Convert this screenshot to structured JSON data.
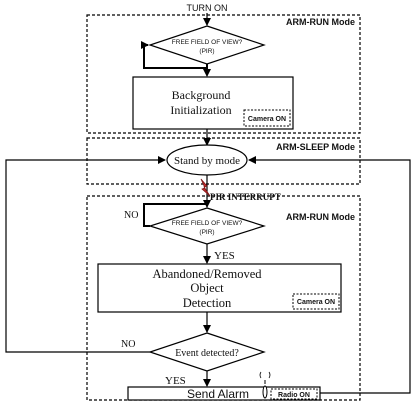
{
  "top_label": "TURN ON",
  "mode_run_top": "ARM-RUN Mode",
  "mode_sleep": "ARM-SLEEP Mode",
  "mode_run_bottom": "ARM-RUN Mode",
  "decision_top": {
    "line1": "FREE FIELD OF VIEW?",
    "line2": "(PIR)"
  },
  "bg_init": {
    "line1": "Background",
    "line2": "Initialization"
  },
  "camera_on_top": "Camera ON",
  "standby": "Stand by mode",
  "pir_interrupt": "PIR INTERRUPT",
  "decision_mid": {
    "line1": "FREE FIELD OF VIEW?",
    "line2": "(PIR)",
    "no": "NO",
    "yes": "YES"
  },
  "detection": {
    "line1": "Abandoned/Removed",
    "line2": "Object",
    "line3": "Detection"
  },
  "camera_on_bottom": "Camera ON",
  "event": {
    "label": "Event detected?",
    "no": "NO",
    "yes": "YES"
  },
  "send_alarm": "Send Alarm",
  "radio_on": "Radio ON",
  "colors": {
    "line": "#000000",
    "lightning": "#c0282a"
  }
}
